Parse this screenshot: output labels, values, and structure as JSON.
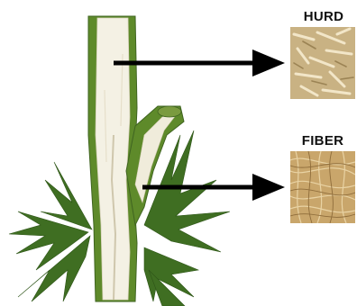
{
  "labels": {
    "hurd": "HURD",
    "fiber": "FIBER"
  },
  "icons": {
    "stem": "hemp-stalk-illustration",
    "hurd_sample": "hurd-chips-photo",
    "fiber_sample": "fiber-strands-photo",
    "arrow": "right-arrow-icon"
  },
  "colors": {
    "arrow": "#000000",
    "stem_green": "#5e8a2a",
    "core_white": "#f4f1e4",
    "leaf": "#3f6e22",
    "hurd_tan": "#d8c49a",
    "fiber_tan": "#c9a66b"
  }
}
